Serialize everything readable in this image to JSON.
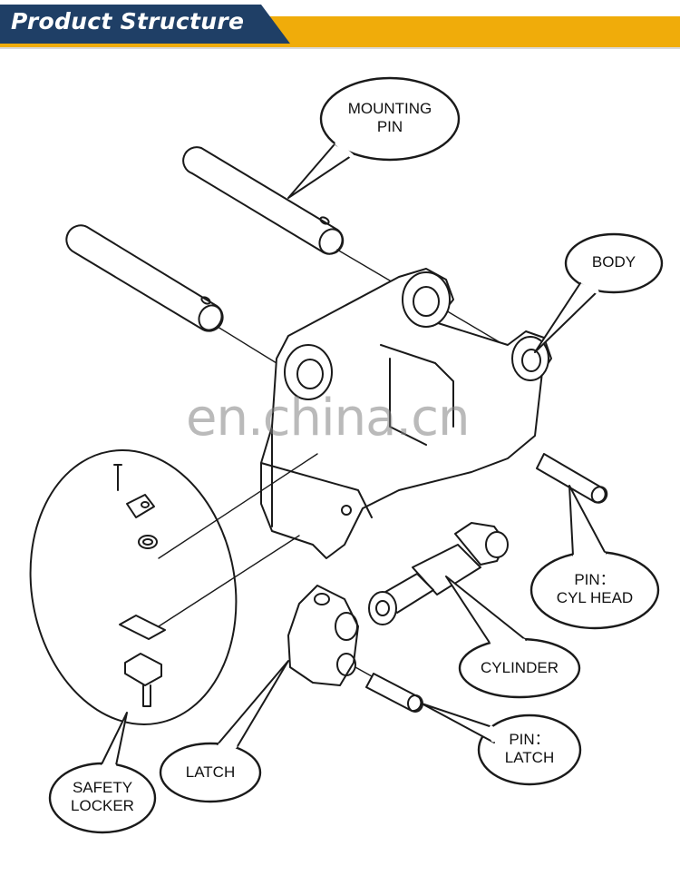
{
  "header": {
    "title": "Product Structure",
    "colors": {
      "banner_dark": "#1f3f66",
      "banner_accent": "#f0ac0a"
    }
  },
  "callouts": {
    "mounting_pin": "MOUNTING\nPIN",
    "body": "BODY",
    "pin_cyl_head": "PIN：\nCYL HEAD",
    "cylinder": "CYLINDER",
    "pin_latch": "PIN：\nLATCH",
    "latch": "LATCH",
    "safety_locker": "SAFETY\nLOCKER"
  },
  "watermark": "en.china.cn"
}
